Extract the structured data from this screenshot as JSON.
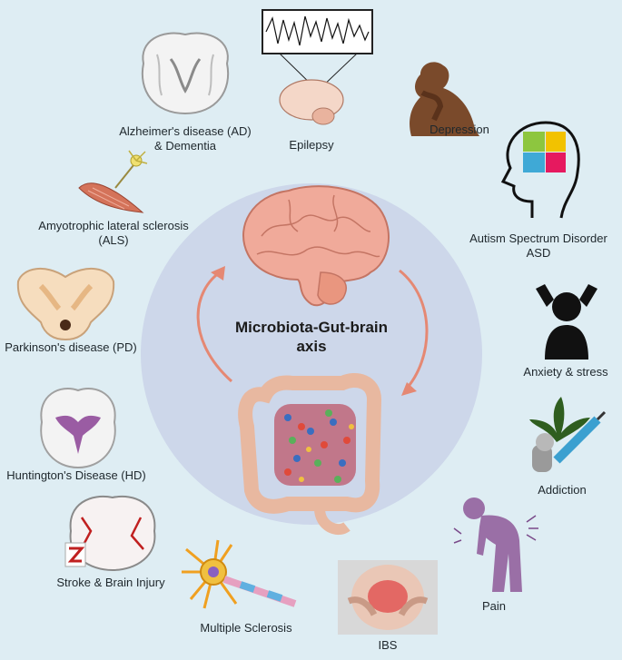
{
  "center": {
    "title_line1": "Microbiota-Gut-brain",
    "title_line2": "axis"
  },
  "conditions": {
    "alzheimers_line1": "Alzheimer's disease (AD)",
    "alzheimers_line2": "& Dementia",
    "epilepsy": "Epilepsy",
    "depression": "Depression",
    "als_line1": "Amyotrophic lateral sclerosis",
    "als_line2": "(ALS)",
    "autism_line1": "Autism Spectrum Disorder",
    "autism_line2": "ASD",
    "parkinsons": "Parkinson's disease (PD)",
    "anxiety": "Anxiety & stress",
    "huntingtons": "Huntington's Disease (HD)",
    "addiction": "Addiction",
    "stroke": "Stroke & Brain Injury",
    "pain": "Pain",
    "ms": "Multiple Sclerosis",
    "ibs": "IBS"
  },
  "colors": {
    "background": "#deedf3",
    "center_circle": "#ccd6ea",
    "arrow": "#e58873",
    "brain": "#f0aa9a",
    "silhouette": "#111111",
    "depression": "#7a4a2b",
    "pain": "#9a6fa6"
  }
}
